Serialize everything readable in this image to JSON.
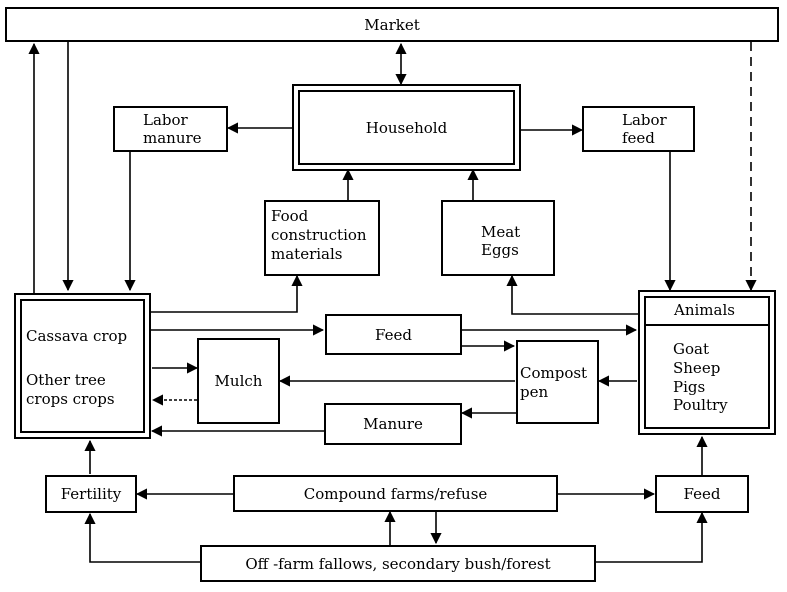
{
  "nodes": {
    "market": "Market",
    "household": "Household",
    "labor_manure": [
      "Labor",
      "manure"
    ],
    "labor_feed": [
      "Labor",
      "feed"
    ],
    "food": [
      "Food",
      "construction",
      "materials"
    ],
    "meat_eggs": [
      "Meat",
      "Eggs"
    ],
    "cassava": "Cassava crop",
    "other_tree": "Other  tree",
    "crops_crops": "crops  crops",
    "feed_mid": "Feed",
    "mulch": "Mulch",
    "compost": [
      "Compost",
      "pen"
    ],
    "manure": "Manure",
    "animals_title": "Animals",
    "animals": [
      "Goat",
      "Sheep",
      "Pigs",
      "Poultry"
    ],
    "fertility": "Fertility",
    "compound": "Compound farms/refuse",
    "feed_low": "Feed",
    "offfarm": "Off -farm fallows, secondary bush/forest"
  }
}
